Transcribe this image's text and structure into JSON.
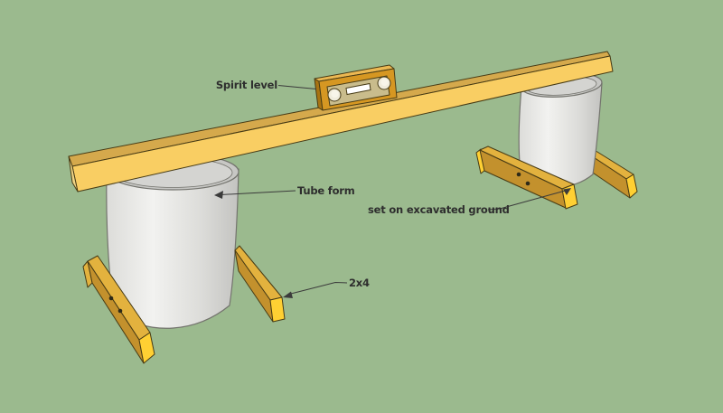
{
  "diagram": {
    "background": "#9BBA8E",
    "labels": {
      "spirit_level": "Spirit level",
      "tube_form": "Tube form",
      "set_on_excavated_ground": "set on excavated ground",
      "two_by_four": "2x4"
    },
    "colors": {
      "background": "#9BBA8E",
      "board_face": "#F9CE63",
      "board_top": "#D5A94C",
      "board_end": "#F0D687",
      "lumber_top": "#E3B23E",
      "lumber_side": "#C3912D",
      "lumber_end": "#FFD033",
      "level_front": "#D69722",
      "level_top": "#ECB852",
      "level_side": "#A87312",
      "level_panel": "#C9BC8C",
      "level_vial": "#F0ECDD",
      "level_window": "#FFFFFF",
      "tube_light": "#F2F2F0",
      "tube_mid": "#DCDCD9",
      "tube_dark": "#C3C3C0",
      "tube_rim": "#C7C7C4",
      "tube_rim_inner": "#D4D4D1",
      "tube_outline": "#73736D",
      "outline": "#473B15",
      "leader": "#3B3B3B",
      "screw": "#2E2A18",
      "text": "#2E2E2E"
    }
  }
}
